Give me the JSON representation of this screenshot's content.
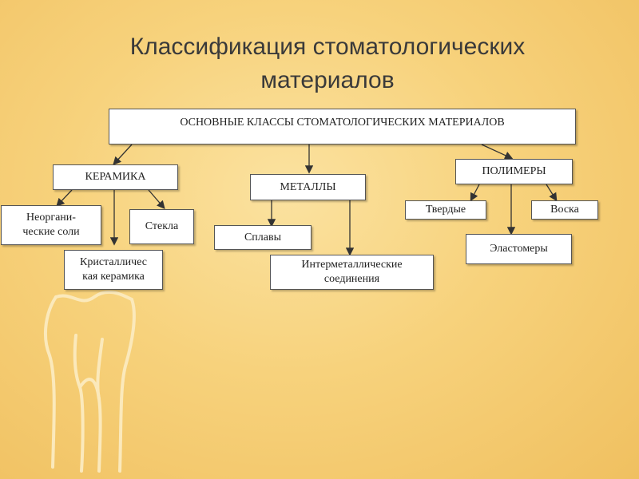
{
  "slide": {
    "title_line1": "Классификация стоматологических",
    "title_line2": "материалов"
  },
  "diagram": {
    "root": "ОСНОВНЫЕ КЛАССЫ СТОМАТОЛОГИЧЕСКИХ МАТЕРИАЛОВ",
    "classes": {
      "ceramics": "КЕРАМИКА",
      "metals": "МЕТАЛЛЫ",
      "polymers": "ПОЛИМЕРЫ"
    },
    "ceramics_children": {
      "inorganic_line1": "Неоргани-",
      "inorganic_line2": "ческие соли",
      "glass": "Стекла",
      "crystal_line1": "Кристалличес",
      "crystal_line2": "кая керамика"
    },
    "metals_children": {
      "alloys": "Сплавы",
      "intermetallic_line1": "Интерметаллические",
      "intermetallic_line2": "соединения"
    },
    "polymers_children": {
      "hard": "Твердые",
      "waxes": "Воска",
      "elastomers": "Эластомеры"
    }
  },
  "colors": {
    "background": "#f7d27c",
    "box_fill": "#ffffff",
    "connector": "#333333",
    "tooth_outline": "#f9e6b4"
  },
  "decor": {
    "icon": "tooth-icon"
  }
}
